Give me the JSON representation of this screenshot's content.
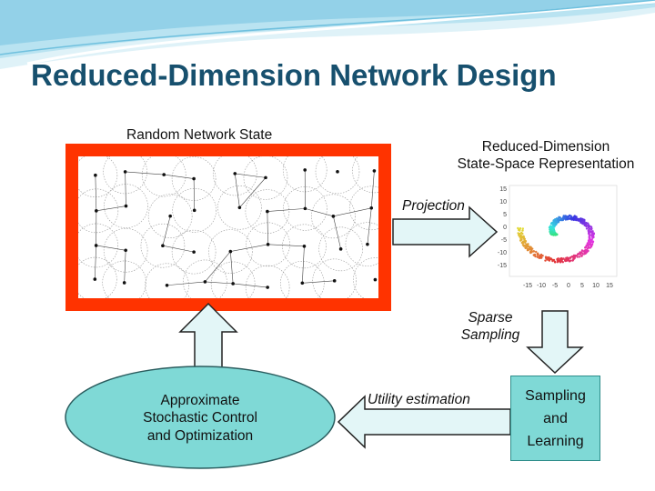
{
  "title": "Reduced-Dimension Network Design",
  "labels": {
    "random_network_state": "Random Network State",
    "reduced_dim_line1": "Reduced-Dimension",
    "reduced_dim_line2": "State-Space Representation",
    "projection": "Projection",
    "sparse_line1": "Sparse",
    "sparse_line2": "Sampling",
    "utility_estimation": "Utility estimation"
  },
  "nodes": {
    "control_line1": "Approximate",
    "control_line2": "Stochastic Control",
    "control_line3": "and Optimization",
    "sampling_line1": "Sampling",
    "sampling_line2": "and",
    "sampling_line3": "Learning"
  },
  "plot_ticks": {
    "y": [
      "15",
      "10",
      "5",
      "0",
      "-5",
      "-10",
      "-15"
    ],
    "x": [
      "-15",
      "-10",
      "-5",
      "0",
      "5",
      "10",
      "15"
    ]
  },
  "colors": {
    "title": "#17506e",
    "frame": "#ff3300",
    "ellipse": "#7fd9d6",
    "sampling_box": "#7fd9d6",
    "arrow_fill": "#e3f6f7"
  }
}
